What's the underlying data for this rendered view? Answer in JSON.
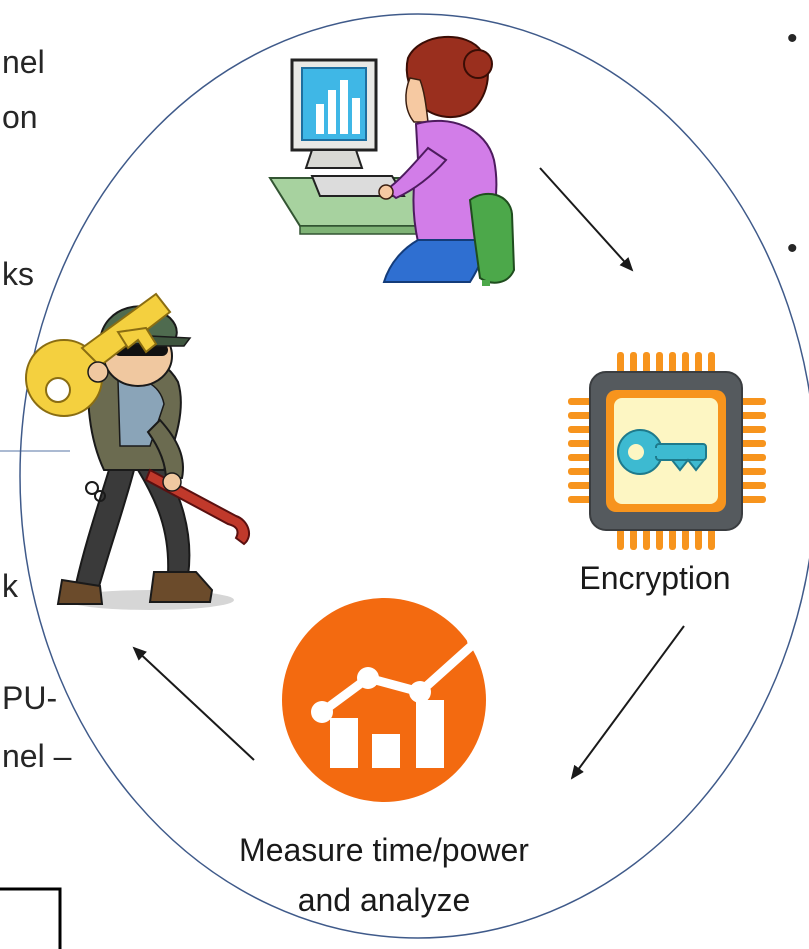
{
  "left_text_fragments": [
    "nel",
    "on",
    "ks",
    "k",
    "PU-",
    "nel –"
  ],
  "right_bullets": [
    "•",
    "•"
  ],
  "labels": {
    "encryption": "Encryption",
    "measure_line1": "Measure time/power",
    "measure_line2": "and analyze"
  },
  "colors": {
    "circle_stroke": "#3f5a8a",
    "chart_orange": "#f36a10",
    "chip_orange": "#f7941d",
    "chip_body": "#555a5e",
    "chip_screen": "#fdf6c3",
    "key_teal": "#3dbad1",
    "thief_key": "#f4d03f",
    "monitor_screen": "#3fb7e6",
    "shirt_purple": "#d27de8",
    "chair_green": "#4ca84a",
    "desk_green": "#a7d29f"
  },
  "icons": [
    "user-at-computer-icon",
    "encryption-chip-icon",
    "analysis-chart-icon",
    "thief-with-key-icon"
  ]
}
